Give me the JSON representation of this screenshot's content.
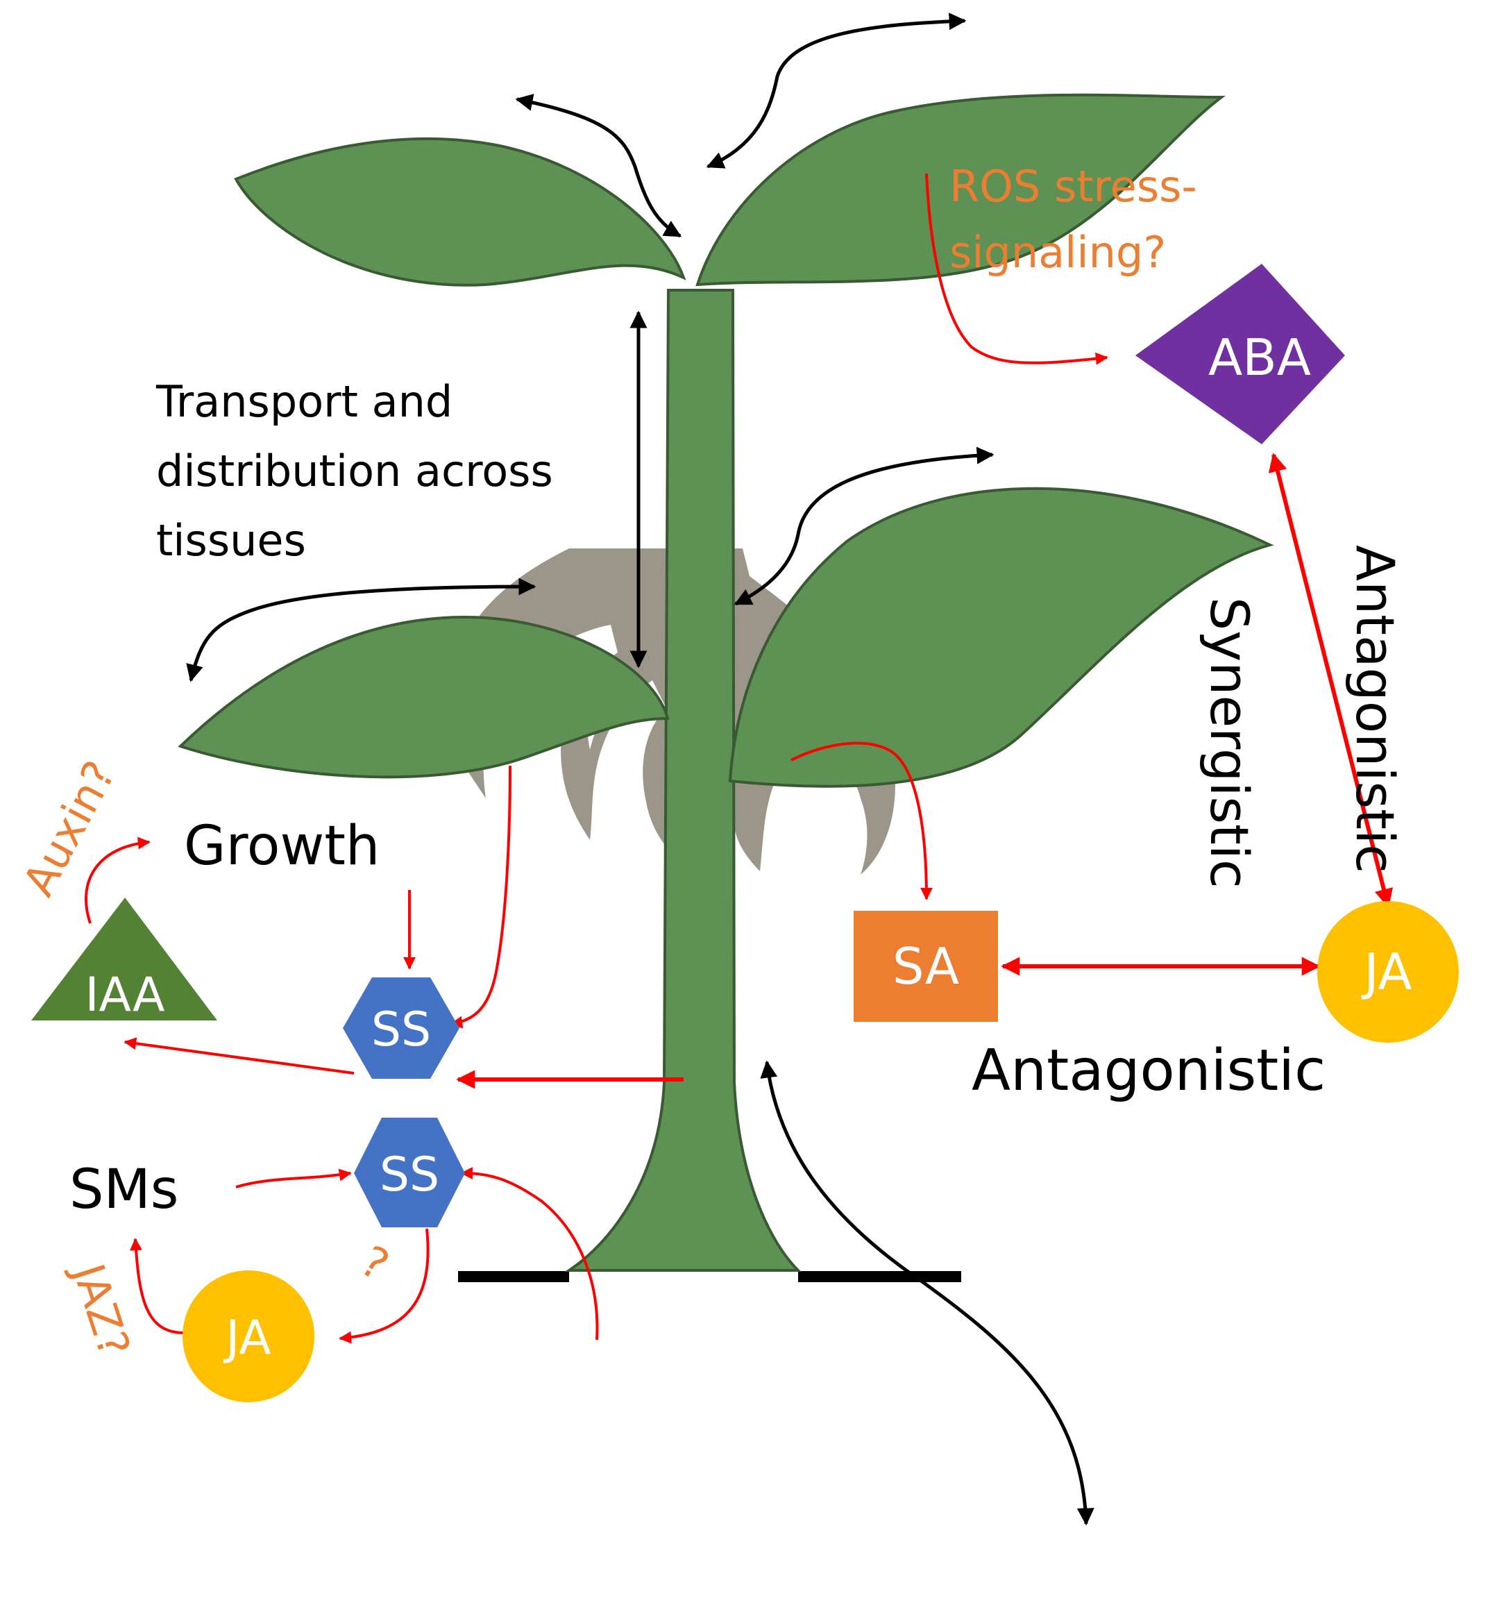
{
  "labels": {
    "ros_line1": "ROS stress-",
    "ros_line2": "signaling?",
    "transport_line1": "Transport and",
    "transport_line2": "distribution across",
    "transport_line3": "tissues",
    "auxin": "Auxin?",
    "growth": "Growth",
    "iaa": "IAA",
    "ss_top": "SS",
    "ss_bottom": "SS",
    "sms": "SMs",
    "jaz": "JAZ?",
    "question": "?",
    "ja_left": "JA",
    "aba": "ABA",
    "sa": "SA",
    "ja_right": "JA",
    "antagonistic_horizontal": "Antagonistic",
    "synergistic_vertical": "Synergistic",
    "antagonistic_vertical": "Antagonistic"
  },
  "colors": {
    "plant_green": "#5e9154",
    "root_gray": "#9c968a",
    "arrow_red": "#ff0000",
    "hex_blue": "#4472c4",
    "iaa_green": "#548235",
    "ja_yellow": "#ffc000",
    "sa_orange": "#ed7d31",
    "aba_purple": "#7030a0",
    "note_orange": "#ed7d31"
  }
}
